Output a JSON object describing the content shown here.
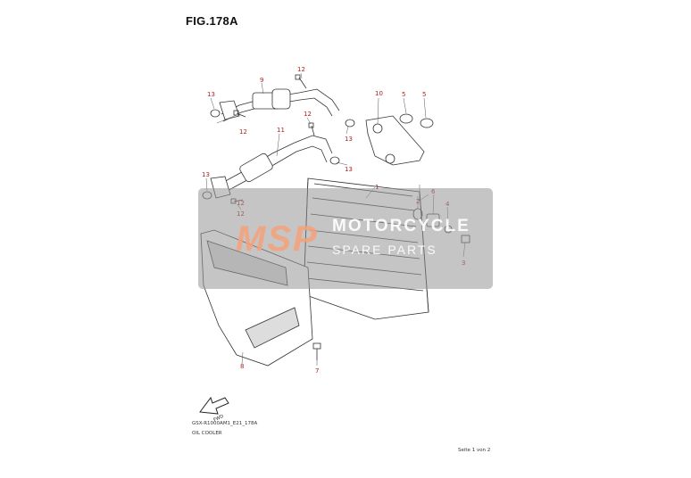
{
  "figure": {
    "title": "FIG.178A"
  },
  "footer": {
    "model_code": "GSX-R1000AM1_E21_178A",
    "section_name": "OIL COOLER",
    "page_indicator": "Seite 1 von 2"
  },
  "watermark": {
    "logo": "MSP",
    "line1": "MOTORCYCLE",
    "line2": "SPARE PARTS"
  },
  "direction": {
    "label": "FWD"
  },
  "callouts": [
    "1",
    "2",
    "3",
    "4",
    "5",
    "5",
    "6",
    "7",
    "8",
    "9",
    "10",
    "11",
    "12",
    "12",
    "12",
    "12",
    "12",
    "13",
    "13",
    "13",
    "13"
  ]
}
